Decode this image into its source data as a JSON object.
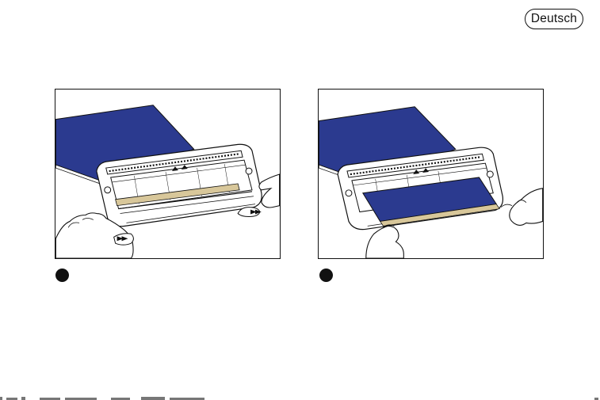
{
  "language_badge": "Deutsch",
  "steps": [
    {
      "number": "",
      "panel": "insert-paper-with-side-buttons-pressed"
    },
    {
      "number": "",
      "panel": "pull-out-paper-strip"
    }
  ],
  "colors": {
    "paper_sheet": "#2b3a8f",
    "paper_strip": "#d8c79a",
    "ink": "#111111",
    "background": "#ffffff"
  }
}
